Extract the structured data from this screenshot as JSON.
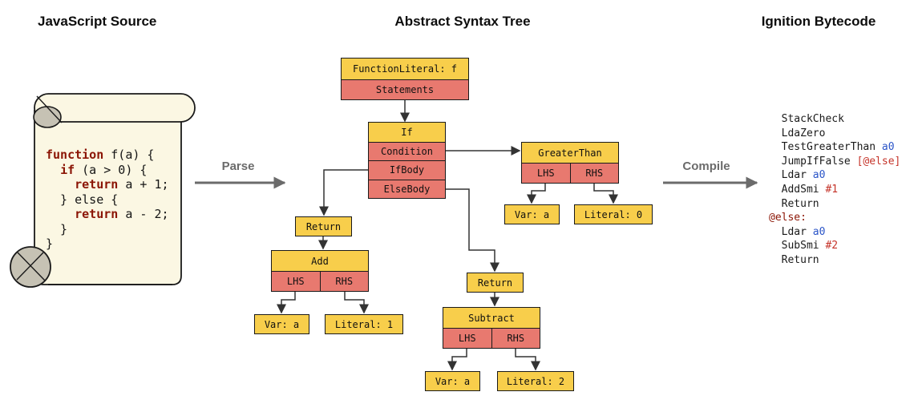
{
  "titles": {
    "source": "JavaScript Source",
    "ast": "Abstract Syntax Tree",
    "bytecode": "Ignition Bytecode"
  },
  "process_arrows": {
    "parse": "Parse",
    "compile": "Compile"
  },
  "colors": {
    "node_header_yellow": "#F8CE4B",
    "node_field_red": "#E8796F",
    "node_border": "#1A1A1A",
    "scroll_paper": "#FBF7E3",
    "scroll_roll_gray": "#C6C2B4",
    "keyword_maroon": "#8B1505",
    "bytecode_operand_blue": "#2B55C8",
    "bytecode_operand_red": "#C5342A",
    "process_arrow_gray": "#6B6B6B",
    "edge_color": "#333333"
  },
  "source_code": {
    "lines": [
      [
        {
          "t": "function",
          "c": "kw"
        },
        {
          "t": " f(a) {"
        }
      ],
      [
        {
          "t": "  "
        },
        {
          "t": "if",
          "c": "kw"
        },
        {
          "t": " (a > 0) {"
        }
      ],
      [
        {
          "t": "    "
        },
        {
          "t": "return",
          "c": "kw"
        },
        {
          "t": " a + 1;"
        }
      ],
      [
        {
          "t": "  } else {"
        }
      ],
      [
        {
          "t": "    "
        },
        {
          "t": "return",
          "c": "kw"
        },
        {
          "t": " a - 2;"
        }
      ],
      [
        {
          "t": "  }"
        }
      ],
      [
        {
          "t": "}"
        }
      ]
    ]
  },
  "ast": {
    "function_literal": {
      "header": "FunctionLiteral: f",
      "statements": "Statements"
    },
    "if_statement": {
      "header": "If",
      "condition": "Condition",
      "if_body": "IfBody",
      "else_body": "ElseBody"
    },
    "greater_than": {
      "header": "GreaterThan",
      "lhs": "LHS",
      "rhs": "RHS"
    },
    "condition_var": "Var: a",
    "condition_literal": "Literal: 0",
    "if_return": "Return",
    "add": {
      "header": "Add",
      "lhs": "LHS",
      "rhs": "RHS"
    },
    "add_var": "Var: a",
    "add_literal": "Literal: 1",
    "else_return": "Return",
    "subtract": {
      "header": "Subtract",
      "lhs": "LHS",
      "rhs": "RHS"
    },
    "subtract_var": "Var: a",
    "subtract_literal": "Literal: 2"
  },
  "bytecode": {
    "lines": [
      [
        {
          "t": "  StackCheck"
        }
      ],
      [
        {
          "t": "  LdaZero"
        }
      ],
      [
        {
          "t": "  TestGreaterThan "
        },
        {
          "t": "a0",
          "c": "blue"
        }
      ],
      [
        {
          "t": "  JumpIfFalse "
        },
        {
          "t": "[@else]",
          "c": "red"
        }
      ],
      [
        {
          "t": "  Ldar "
        },
        {
          "t": "a0",
          "c": "blue"
        }
      ],
      [
        {
          "t": "  AddSmi "
        },
        {
          "t": "#1",
          "c": "red"
        }
      ],
      [
        {
          "t": "  Return"
        }
      ],
      [
        {
          "t": "@else:",
          "c": "maroon"
        }
      ],
      [
        {
          "t": "  Ldar "
        },
        {
          "t": "a0",
          "c": "blue"
        }
      ],
      [
        {
          "t": "  SubSmi "
        },
        {
          "t": "#2",
          "c": "red"
        }
      ],
      [
        {
          "t": "  Return"
        }
      ]
    ]
  }
}
